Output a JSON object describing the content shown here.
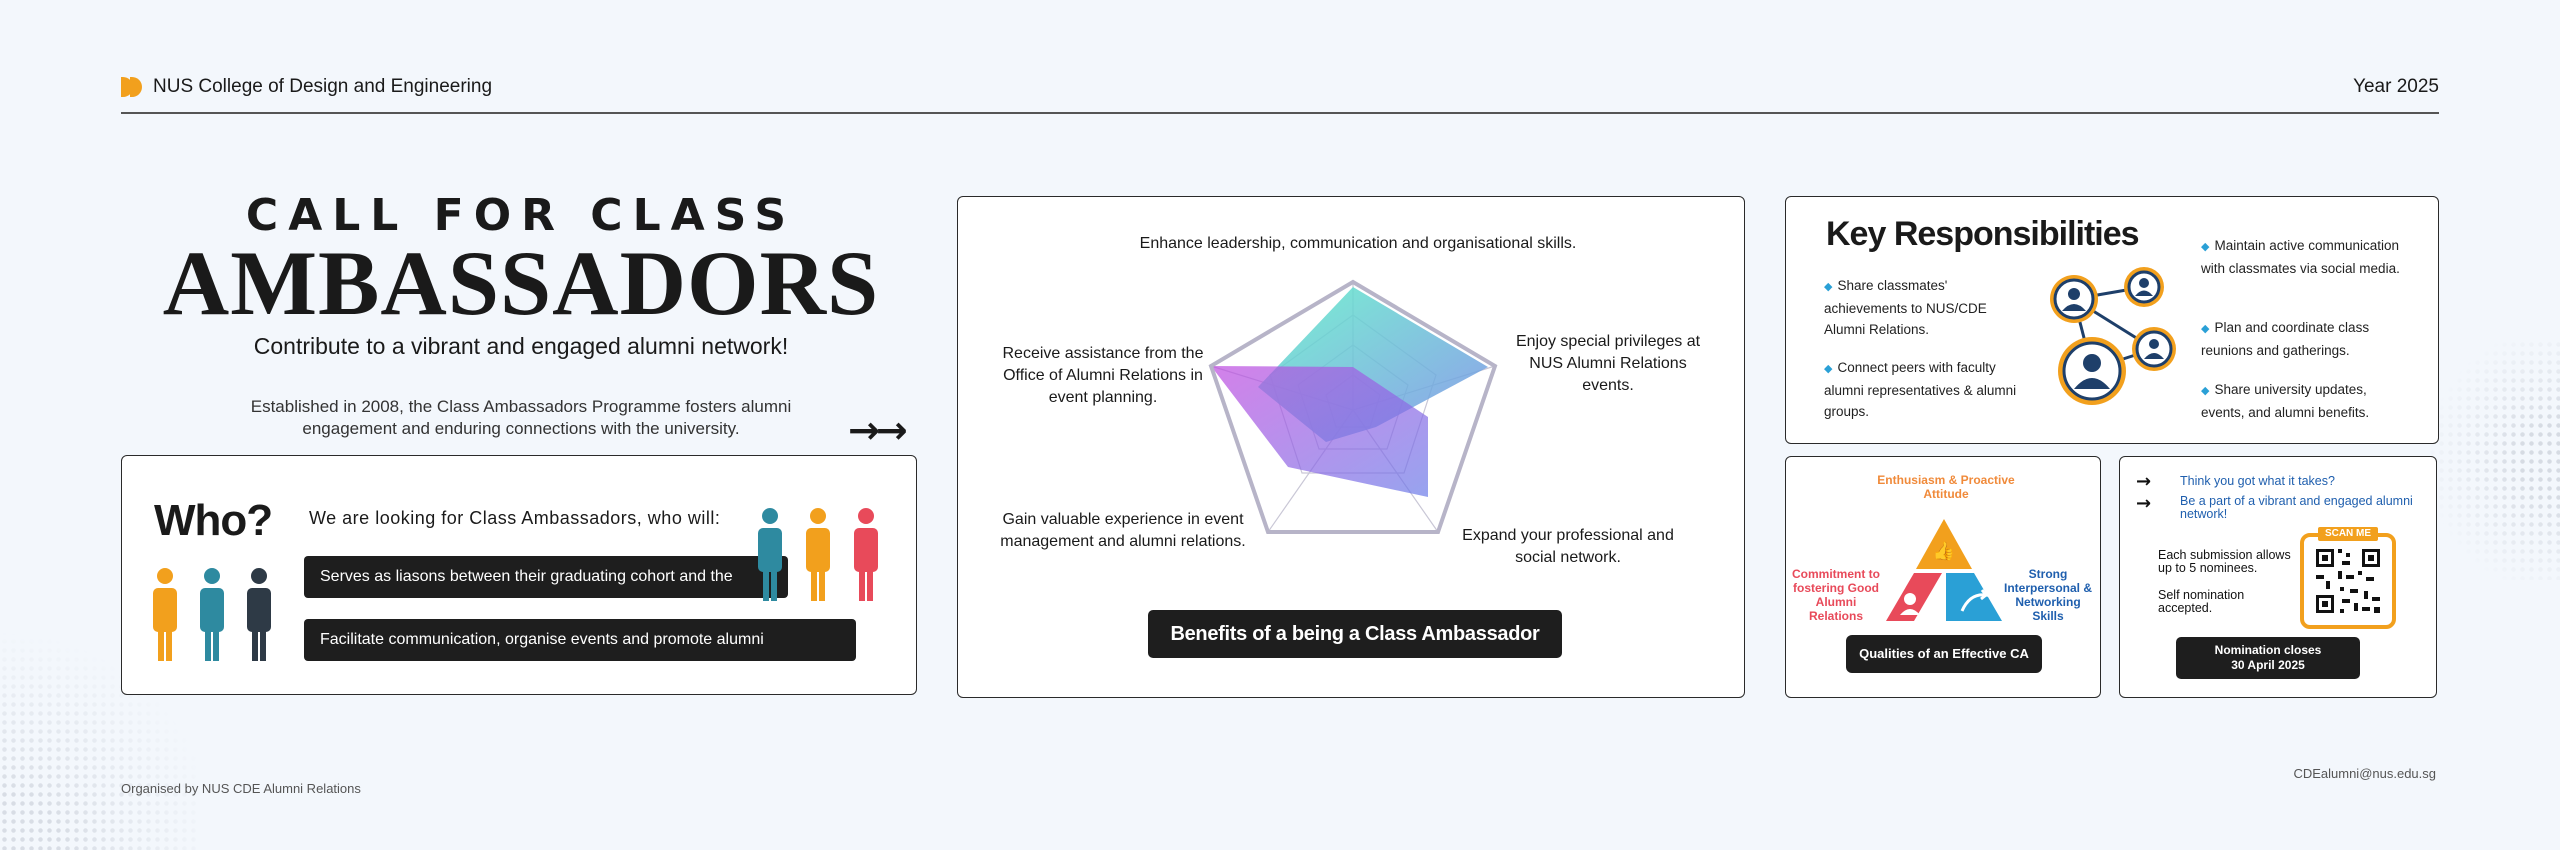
{
  "header": {
    "brand": "NUS College of Design and Engineering",
    "year": "Year 2025"
  },
  "hero": {
    "kicker": "CALL FOR CLASS",
    "title": "AMBASSADORS",
    "tagline": "Contribute to a vibrant and engaged alumni network!",
    "established": "Established in 2008, the Class Ambassadors Programme fosters alumni engagement and enduring connections with the university."
  },
  "who": {
    "title": "Who?",
    "intro": "We are looking for Class Ambassadors, who will:",
    "items": [
      "Serves as liasons between their graduating cohort and the College.",
      "Facilitate communication, organise events and promote alumni engagement."
    ]
  },
  "benefits": {
    "labels": [
      "Enhance leadership, communication and organisational skills.",
      "Enjoy special privileges at NUS Alumni Relations events.",
      "Expand your professional and social network.",
      "Gain valuable experience in event management and alumni relations.",
      "Receive assistance from the Office of Alumni Relations in event planning."
    ],
    "button": "Benefits of a being a Class Ambassador"
  },
  "responsibilities": {
    "title": "Key Responsibilities",
    "left": [
      "Share classmates' achievements to NUS/CDE Alumni Relations.",
      "Connect peers with faculty alumni representatives & alumni groups."
    ],
    "right": [
      "Maintain active communication with classmates via social media.",
      "Plan and coordinate class reunions and gatherings.",
      "Share university updates, events, and alumni benefits."
    ]
  },
  "qualities": {
    "top": "Enthusiasm & Proactive Attitude",
    "left": "Commitment to fostering Good Alumni Relations",
    "right": "Strong Interpersonal & Networking Skills",
    "button": "Qualities of an Effective CA",
    "colors": {
      "top": "#f2a01d",
      "left": "#e84a5a",
      "right": "#2aa0d6"
    }
  },
  "nomination": {
    "q1": "Think you got what it takes?",
    "q2": "Be a part of a vibrant and engaged alumni network!",
    "t1": "Each submission allows up to 5 nominees.",
    "t2": "Self nomination accepted.",
    "scan": "SCAN ME",
    "closes1": "Nomination closes",
    "closes2": "30 April 2025"
  },
  "footer": {
    "left": "Organised by NUS CDE Alumni Relations",
    "right": "CDEalumni@nus.edu.sg"
  }
}
